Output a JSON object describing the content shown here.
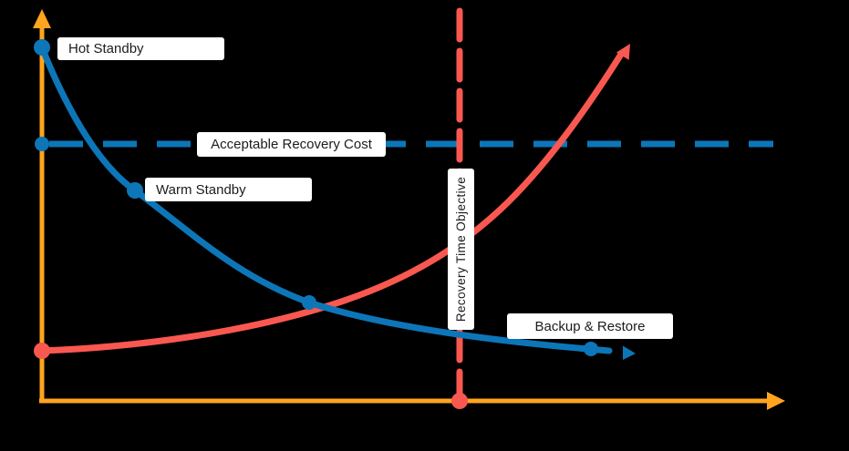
{
  "colors": {
    "background": "#000000",
    "axis_orange": "#FFA41F",
    "series_blue": "#0D76B8",
    "series_red": "#F95850",
    "label_bg": "#FFFFFF",
    "label_text": "#1C1C1C"
  },
  "labels": {
    "hot_standby": "Hot Standby",
    "warm_standby": "Warm Standby",
    "backup_restore": "Backup & Restore",
    "acceptable_recovery_cost": "Acceptable Recovery Cost",
    "recovery_time_objective": "Recovery Time Objective"
  },
  "chart_data": {
    "type": "line",
    "title": "",
    "xlabel": "",
    "ylabel": "",
    "axes_labeled": false,
    "grid": false,
    "legend_position": "none",
    "x_range": [
      0,
      1
    ],
    "y_range": [
      0,
      1
    ],
    "series": [
      {
        "name": "Recovery Cost curve (decreasing)",
        "color": "#0D76B8",
        "style": "solid",
        "arrow_end": true,
        "x": [
          0.0,
          0.13,
          0.36,
          0.74
        ],
        "y": [
          0.91,
          0.54,
          0.25,
          0.13
        ],
        "point_labels": [
          "Hot Standby",
          "Warm Standby",
          "",
          "Backup & Restore"
        ]
      },
      {
        "name": "Cost of downtime curve (increasing)",
        "color": "#F95850",
        "style": "solid",
        "arrow_end": true,
        "x": [
          0.0,
          0.39,
          0.57,
          0.79
        ],
        "y": [
          0.13,
          0.25,
          0.4,
          0.91
        ],
        "point_labels": [
          "",
          "",
          "",
          ""
        ]
      }
    ],
    "reference_lines": [
      {
        "name": "Acceptable Recovery Cost",
        "orientation": "horizontal",
        "value": 0.66,
        "color": "#0D76B8",
        "style": "dashed"
      },
      {
        "name": "Recovery Time Objective",
        "orientation": "vertical",
        "value": 0.57,
        "color": "#F95850",
        "style": "dashed"
      }
    ],
    "annotations": [
      "Blue marker on y-axis at acceptable recovery cost level",
      "Red marker on y-axis at start of downtime curve",
      "Red marker on x-axis at recovery time objective"
    ]
  }
}
